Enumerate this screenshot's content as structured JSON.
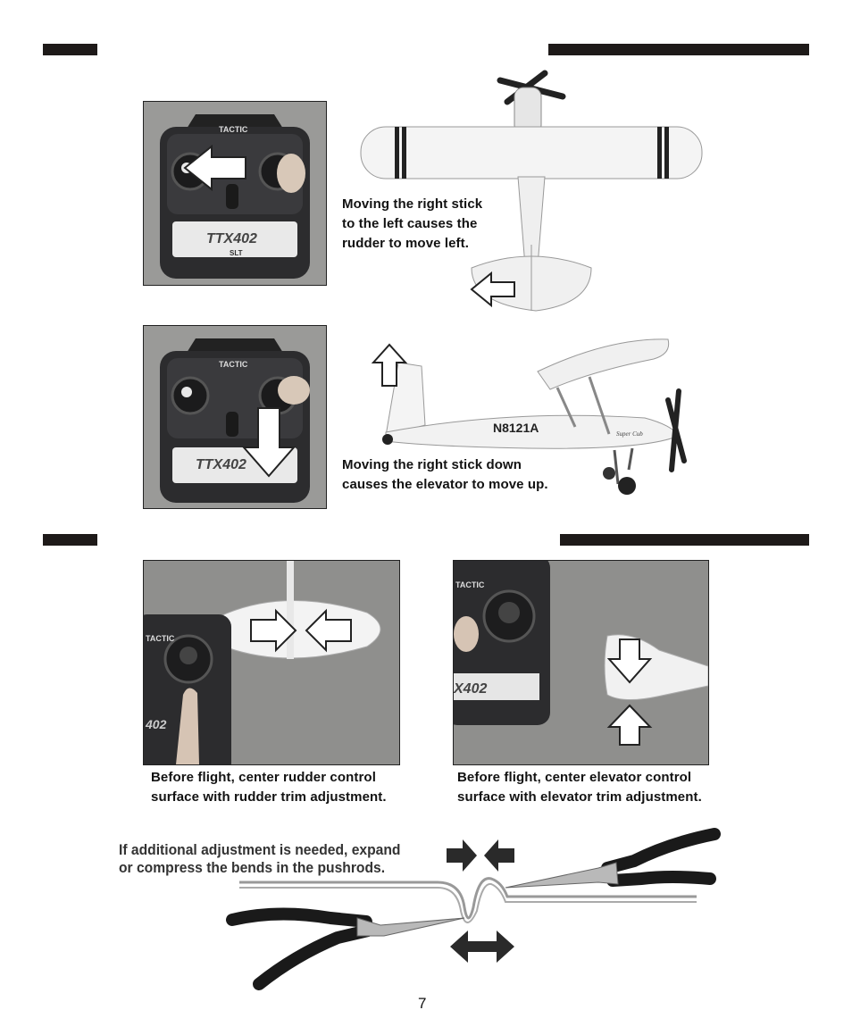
{
  "captions": {
    "rudder_left": [
      "Moving the right stick",
      "to the left causes the",
      "rudder to move left."
    ],
    "elevator_up": [
      "Moving the right stick down",
      "causes the elevator to move up."
    ],
    "center_rudder": [
      "Before flight, center rudder control",
      "surface with rudder trim adjustment."
    ],
    "center_elevator": [
      "Before flight, center elevator control",
      "surface with elevator trim adjustment."
    ],
    "pushrods": [
      "If additional adjustment is needed, expand",
      "or compress the bends in the pushrods."
    ]
  },
  "transmitter": {
    "brand": "TACTIC",
    "model": "TTX402",
    "model_partial_1": "X402",
    "model_partial_2": "402",
    "sub_logo": "SLT"
  },
  "aircraft": {
    "registration": "N8121A",
    "name": "Super Cub"
  },
  "page_number": "7",
  "colors": {
    "header_bar": "#1e1a19",
    "arrow_fill": "#ffffff",
    "arrow_stroke": "#222222",
    "dark_arrow": "#2a2a2a"
  }
}
